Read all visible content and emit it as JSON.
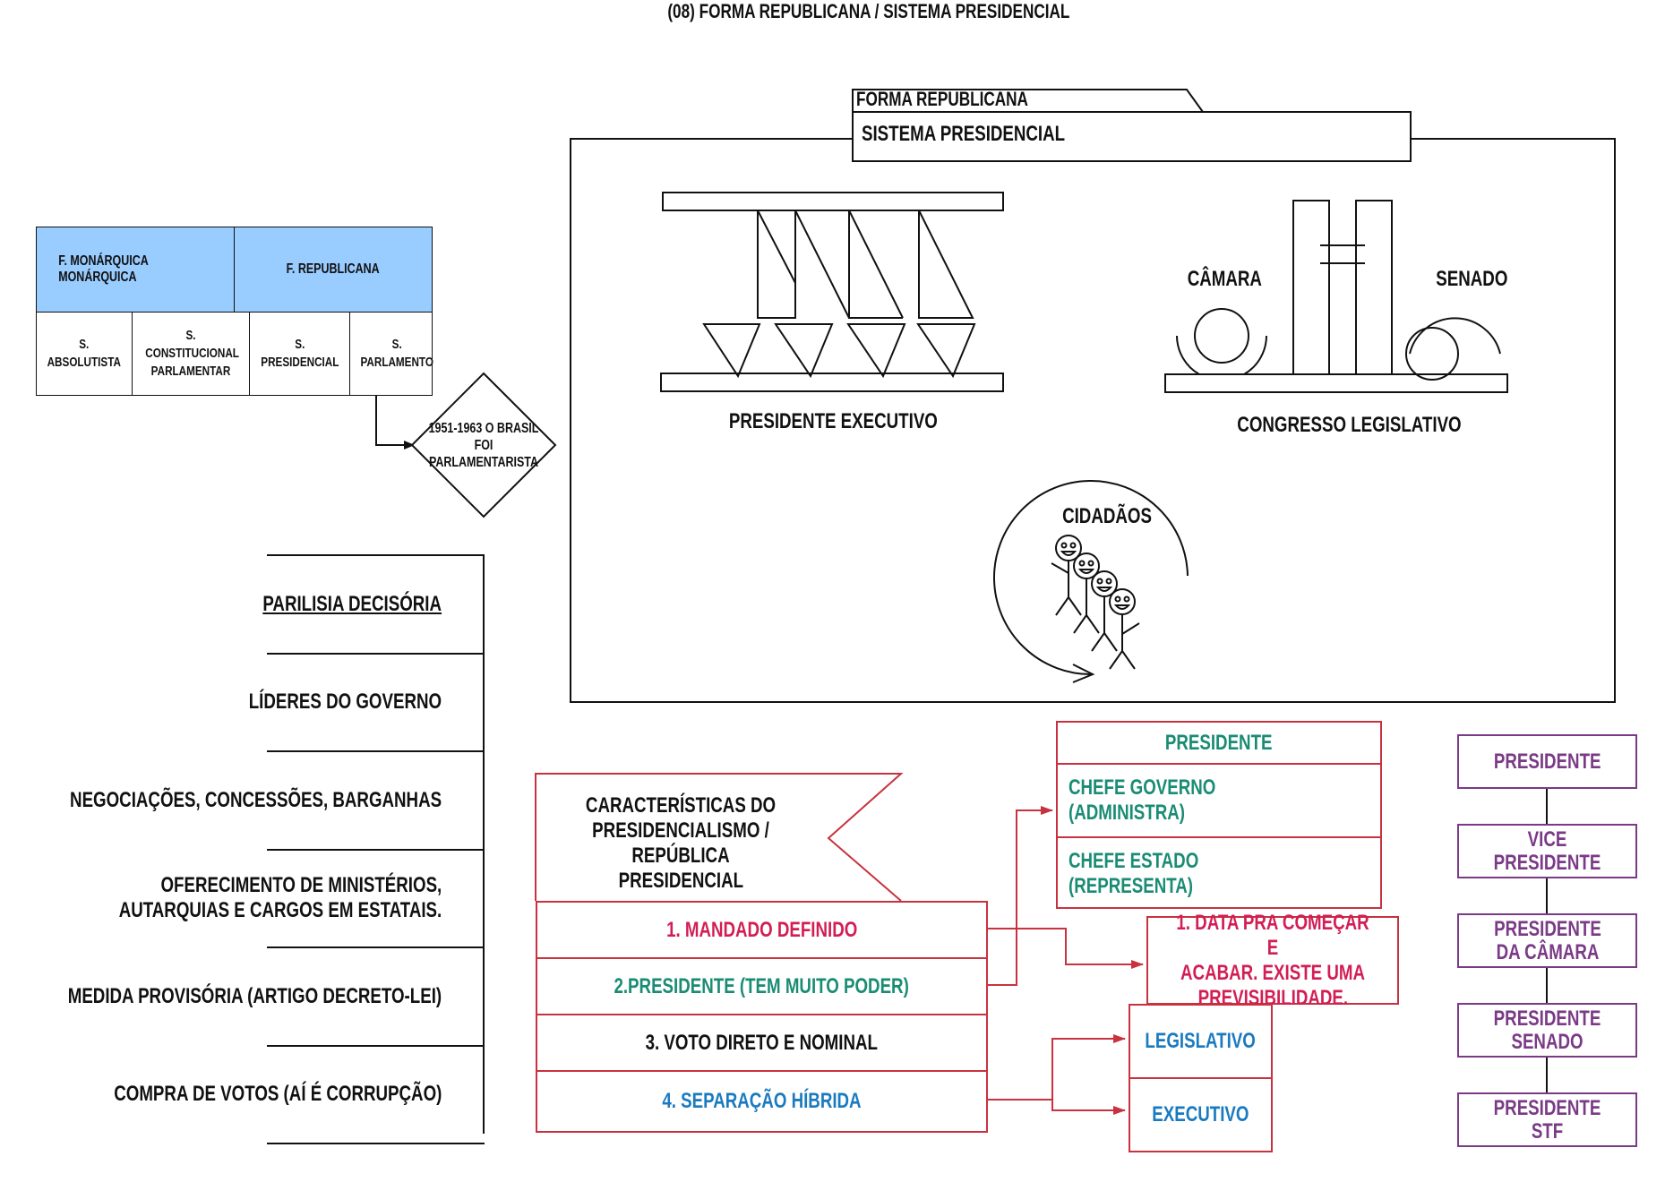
{
  "title": "(08) FORMA REPUBLICANA / SISTEMA PRESIDENCIAL",
  "frame": {
    "tab_label": "FORMA REPUBLICANA",
    "header_label": "SISTEMA PRESIDENCIAL",
    "executive_label": "PRESIDENTE EXECUTIVO",
    "congress_label": "CONGRESSO LEGISLATIVO",
    "camara_label": "CÂMARA",
    "senado_label": "SENADO",
    "citizens_label": "CIDADÃOS"
  },
  "classification_table": {
    "headers": [
      "F. MONÁRQUICA MONÁRQUICA",
      "F. REPUBLICANA"
    ],
    "cells": [
      "S. ABSOLUTISTA",
      "S. CONSTITUCIONAL PARLAMENTAR",
      "S. PRESIDENCIAL",
      "S. PARLAMENTO"
    ],
    "header_color": "#99ccff"
  },
  "diamond_note": "1951-1963 O BRASIL FOI PARLAMENTARISTA",
  "left_list": [
    {
      "text": "PARILISIA DECISÓRIA",
      "underline": true
    },
    {
      "text": "LÍDERES DO GOVERNO"
    },
    {
      "text": "NEGOCIAÇÕES, CONCESSÕES, BARGANHAS"
    },
    {
      "text_line1": "OFERECIMENTO DE MINISTÉRIOS,",
      "text_line2": "AUTARQUIAS E CARGOS EM ESTATAIS."
    },
    {
      "text": "MEDIDA PROVISÓRIA (ARTIGO DECRETO-LEI)"
    },
    {
      "text": "COMPRA DE VOTOS (AÍ É CORRUPÇÃO)"
    }
  ],
  "characteristics": {
    "title_line1": "CARACTERÍSTICAS DO",
    "title_line2": "PRESIDENCIALISMO / REPÚBLICA",
    "title_line3": "PRESIDENCIAL",
    "items": [
      {
        "text": "1. MANDADO DEFINIDO",
        "color": "#d21e54"
      },
      {
        "text": "2.PRESIDENTE (TEM MUITO PODER)",
        "color": "#1a8c74"
      },
      {
        "text": "3. VOTO DIRETO E NOMINAL",
        "color": "#111111"
      },
      {
        "text": "4. SEPARAÇÃO HÍBRIDA",
        "color": "#1a7abf"
      }
    ]
  },
  "president_roles": {
    "title": "PRESIDENTE",
    "roles": [
      "CHEFE GOVERNO (ADMINISTRA)",
      "CHEFE ESTADO (REPRESENTA)"
    ]
  },
  "mandate_note": {
    "line1": "1. DATA PRA COMEÇAR E",
    "line2": "ACABAR. EXISTE UMA",
    "line3": "PREVISIBILIDADE."
  },
  "powers": [
    "LEGISLATIVO",
    "EXECUTIVO"
  ],
  "succession_line": [
    "PRESIDENTE",
    "VICE PRESIDENTE",
    "PRESIDENTE DA CÂMARA",
    "PRESIDENTE SENADO",
    "PRESIDENTE STF"
  ],
  "colors": {
    "accent_red": "#c8323f",
    "text_red": "#d21e54",
    "text_green": "#1a8c74",
    "text_blue": "#1a7abf",
    "text_purple": "#7a3a86"
  }
}
